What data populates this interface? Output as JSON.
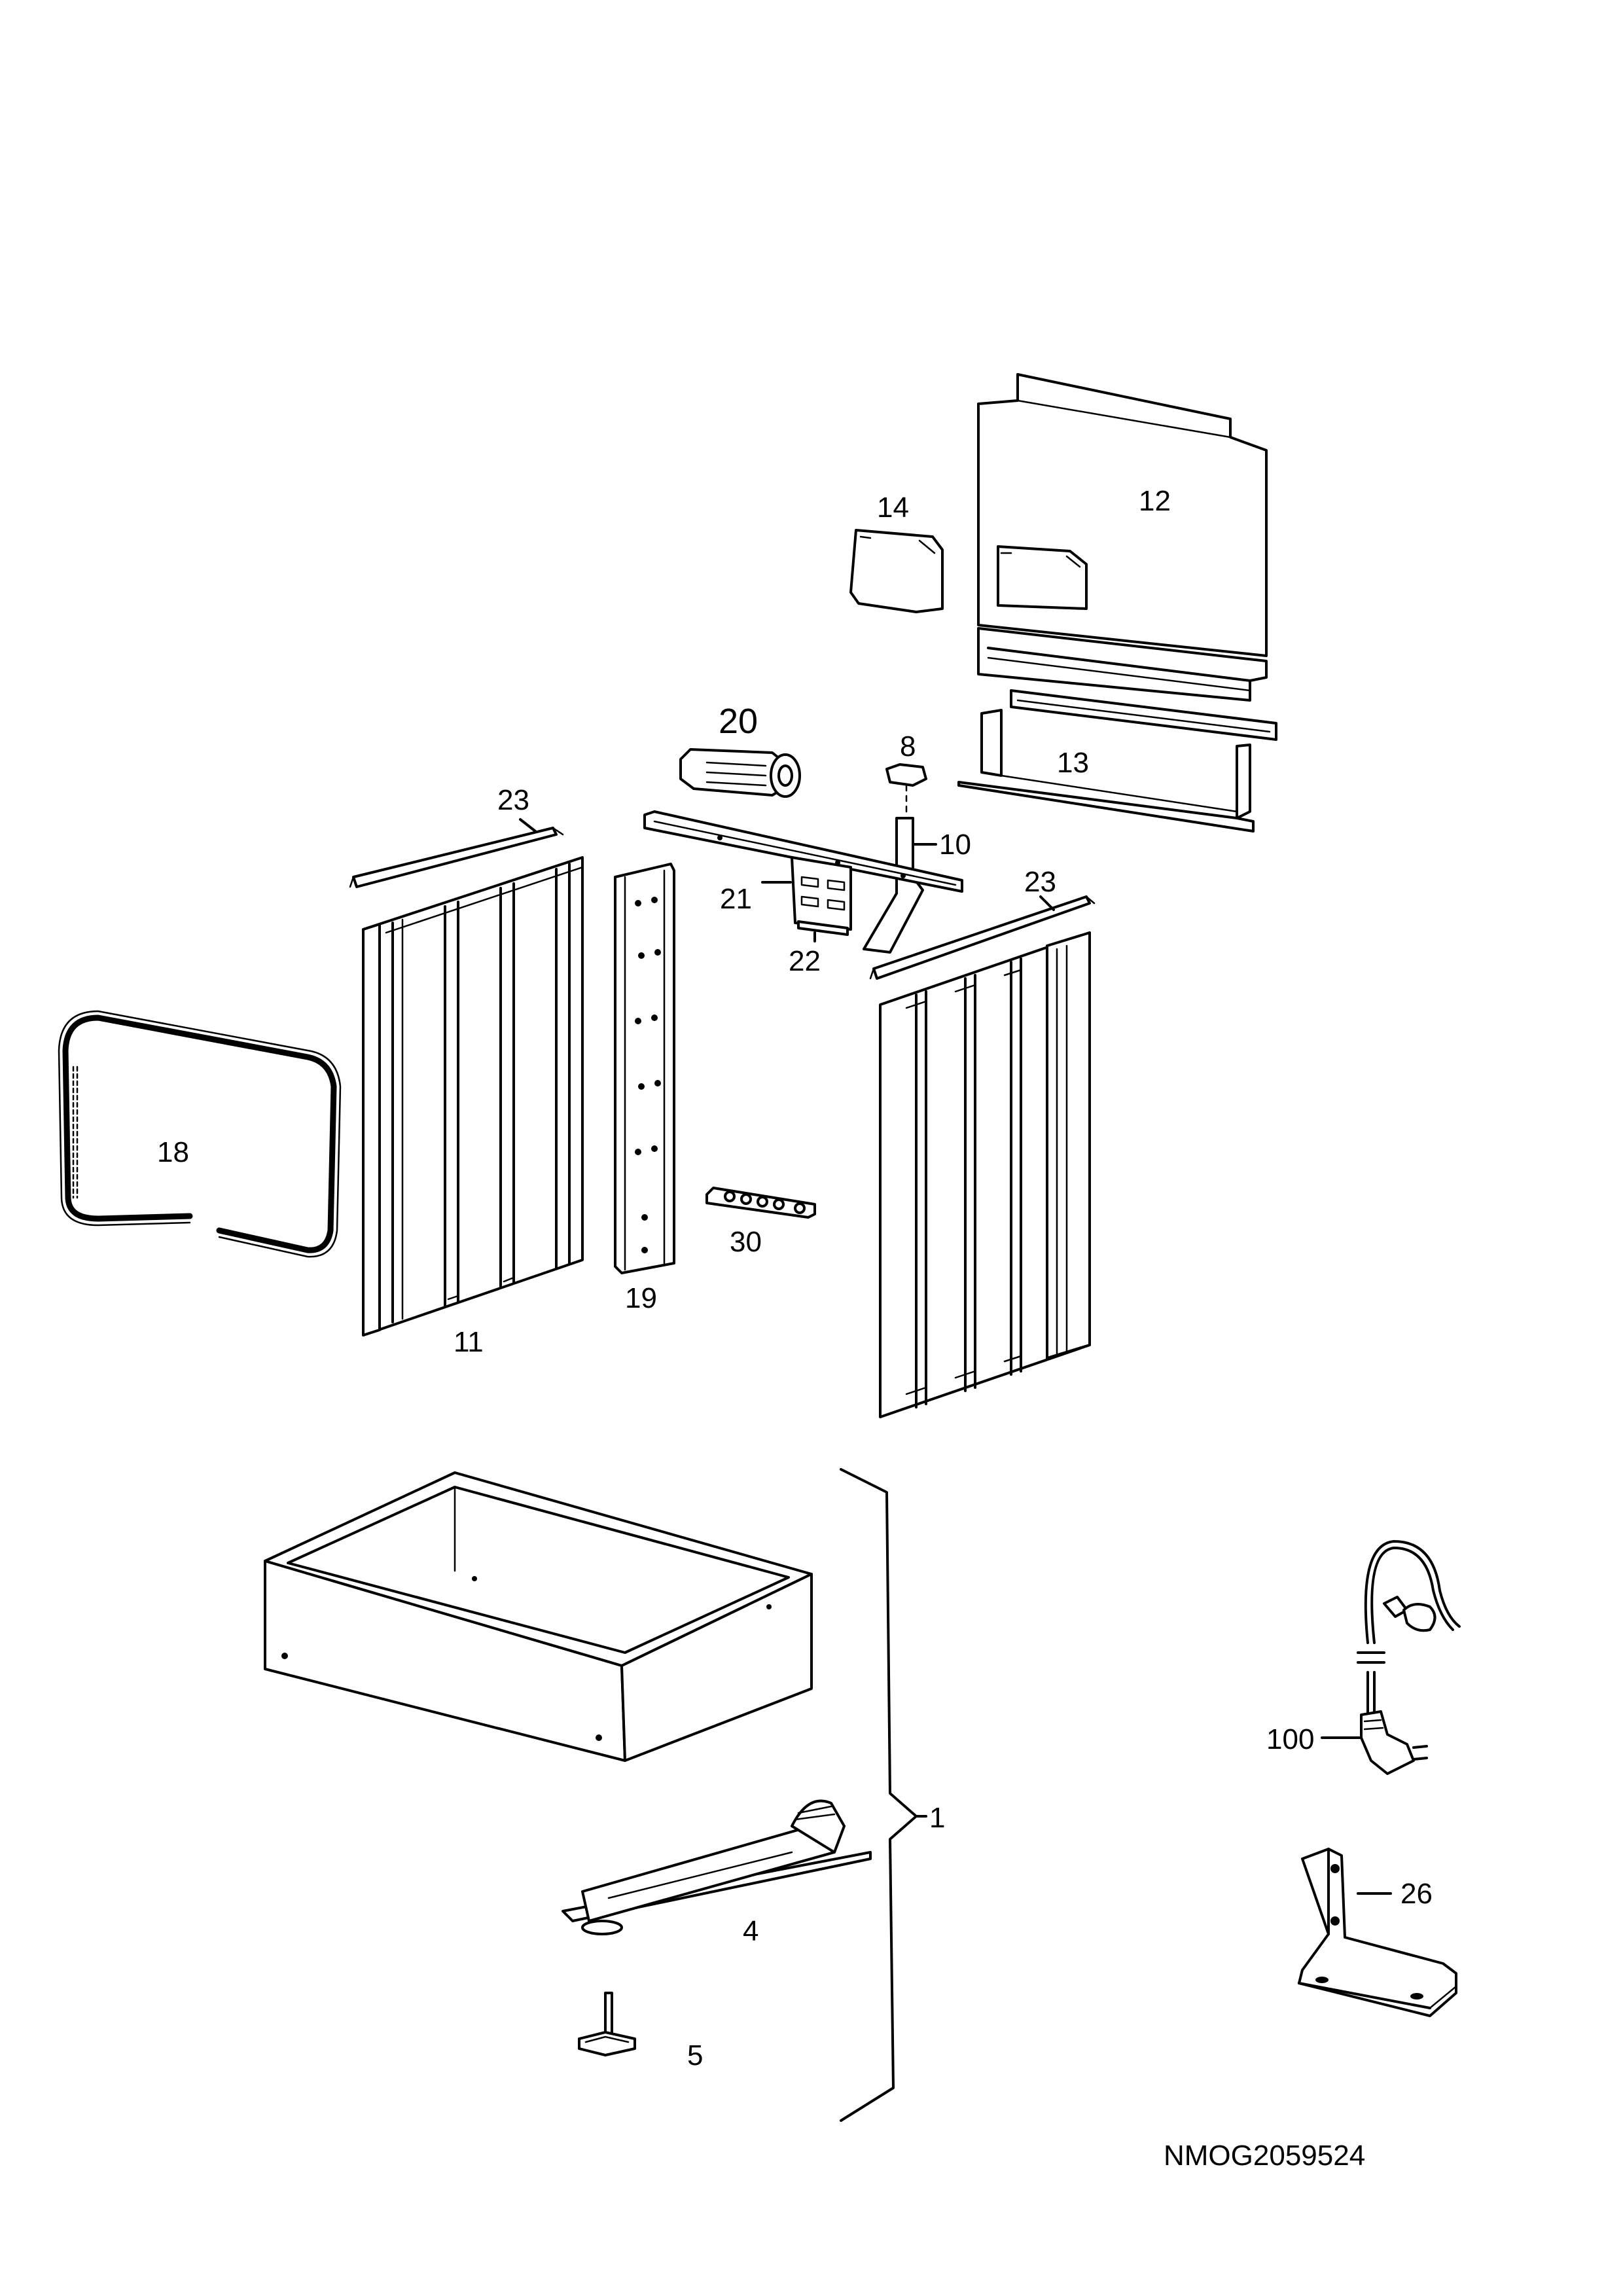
{
  "diagram": {
    "callouts": [
      {
        "id": "c12",
        "text": "12"
      },
      {
        "id": "c14",
        "text": "14"
      },
      {
        "id": "c13",
        "text": "13"
      },
      {
        "id": "c20",
        "text": "20"
      },
      {
        "id": "c8",
        "text": "8"
      },
      {
        "id": "c10",
        "text": "10"
      },
      {
        "id": "c23a",
        "text": "23"
      },
      {
        "id": "c23b",
        "text": "23"
      },
      {
        "id": "c21",
        "text": "21"
      },
      {
        "id": "c22",
        "text": "22"
      },
      {
        "id": "c18",
        "text": "18"
      },
      {
        "id": "c30",
        "text": "30"
      },
      {
        "id": "c19",
        "text": "19"
      },
      {
        "id": "c11",
        "text": "11"
      },
      {
        "id": "c100",
        "text": "100"
      },
      {
        "id": "c1",
        "text": "1"
      },
      {
        "id": "c26",
        "text": "26"
      },
      {
        "id": "c4",
        "text": "4"
      },
      {
        "id": "c5",
        "text": "5"
      }
    ],
    "drawing_number": "NMOG2059524"
  }
}
